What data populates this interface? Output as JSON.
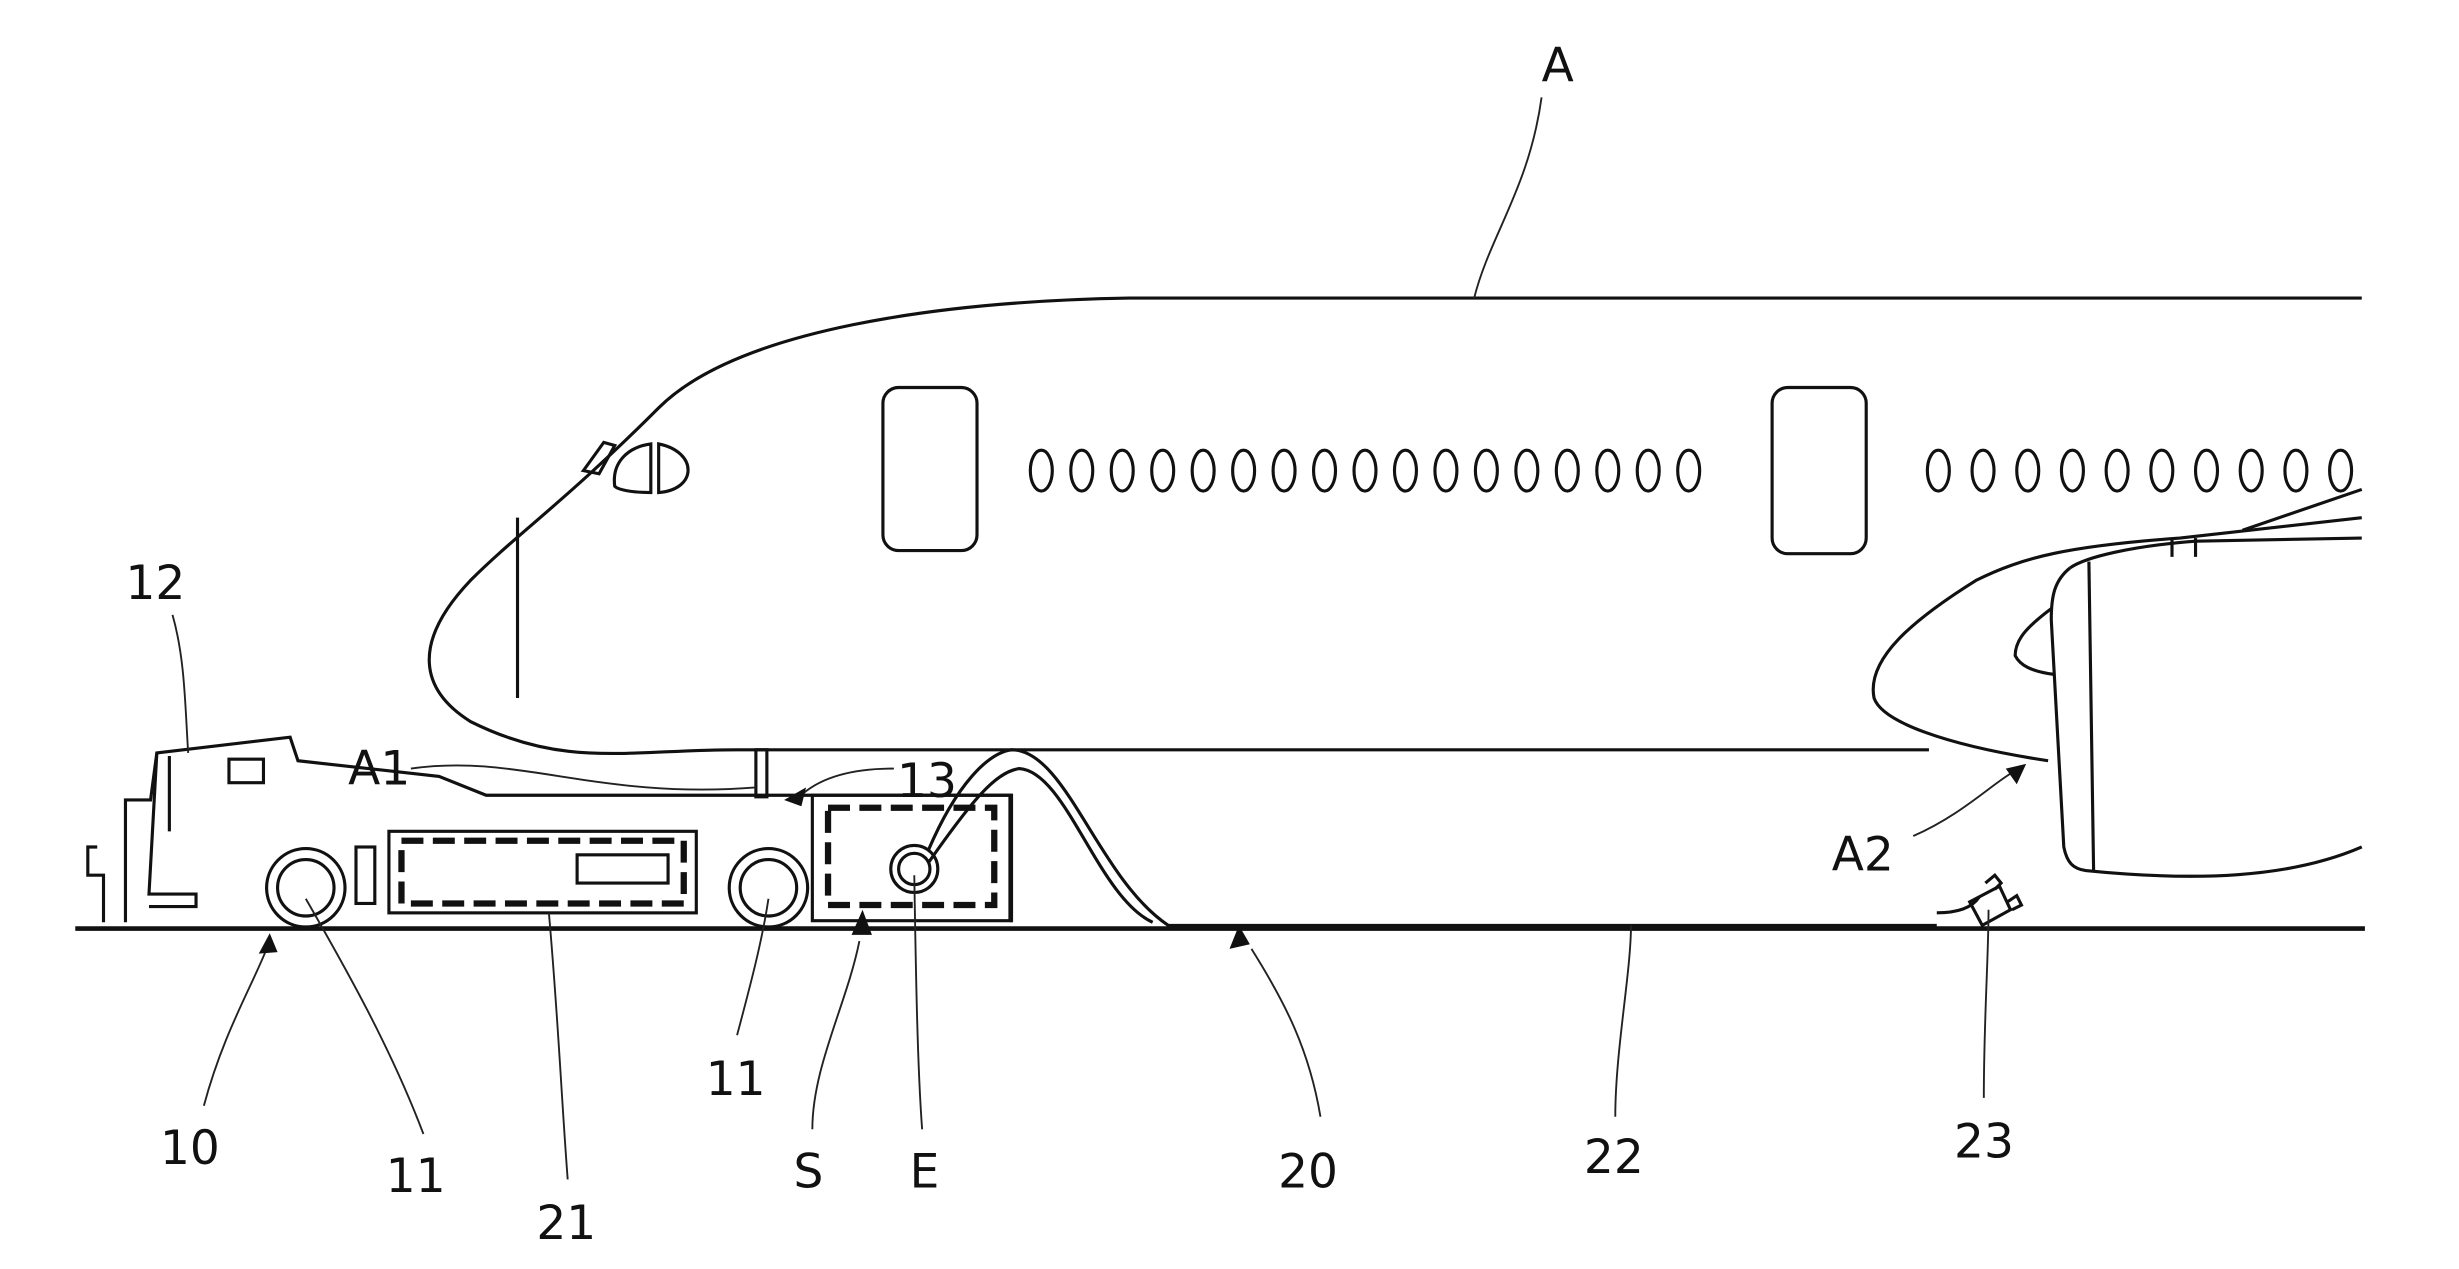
{
  "figure": {
    "labels": {
      "aircraft": "A",
      "nose_gear": "A1",
      "engine": "A2",
      "tug": "10",
      "wheel_front": "11",
      "wheel_rear": "11",
      "cab": "12",
      "coupling": "13",
      "supply_system": "20",
      "energy_unit": "21",
      "cable": "22",
      "connector": "23",
      "storage": "S",
      "reel": "E"
    },
    "cabin_windows_row1_count": 17,
    "cabin_windows_row2_count": 10
  }
}
